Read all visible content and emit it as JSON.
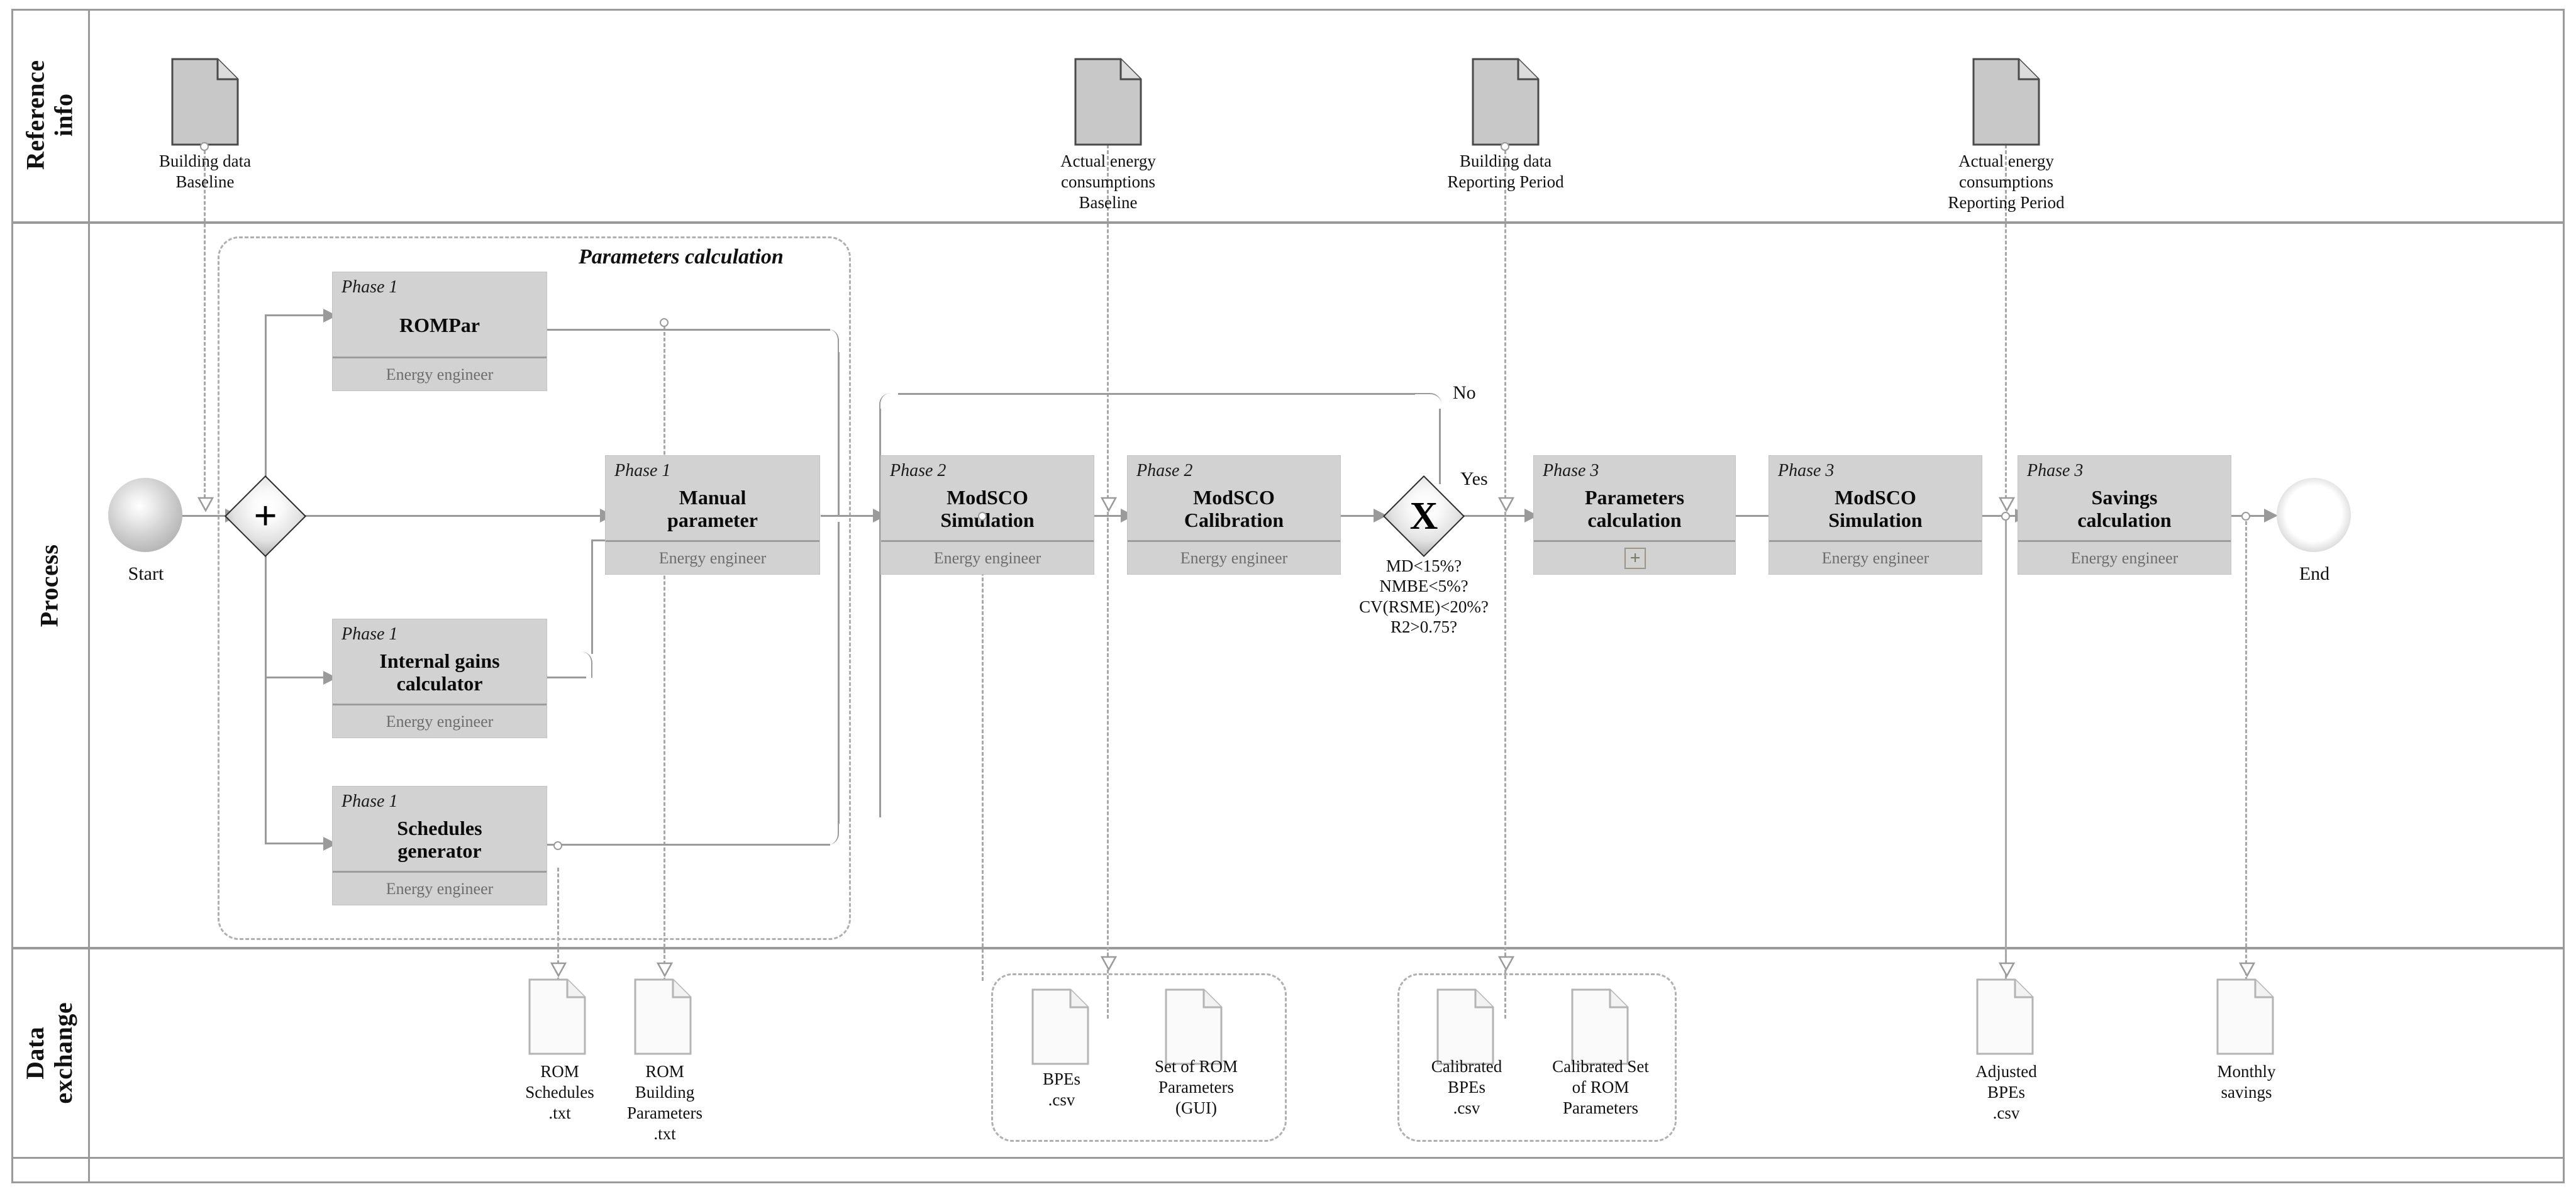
{
  "pool": {
    "lanes": [
      {
        "id": "reference-info",
        "label": "Reference\ninfo"
      },
      {
        "id": "process",
        "label": "Process"
      },
      {
        "id": "data-exchange",
        "label": "Data\nexchange"
      }
    ]
  },
  "reference_documents": [
    {
      "id": "building-data-baseline",
      "label": "Building data\nBaseline"
    },
    {
      "id": "actual-energy-consumptions-baseline",
      "label": "Actual energy\nconsumptions\nBaseline"
    },
    {
      "id": "building-data-reporting-period",
      "label": "Building data\nReporting Period"
    },
    {
      "id": "actual-energy-consumptions-reporting-period",
      "label": "Actual energy\nconsumptions\nReporting Period"
    }
  ],
  "events": [
    {
      "id": "start",
      "label": "Start",
      "type": "start"
    },
    {
      "id": "end",
      "label": "End",
      "type": "end"
    }
  ],
  "gateways": [
    {
      "id": "parallel-split",
      "glyph": "+",
      "type": "parallel",
      "label": ""
    },
    {
      "id": "exclusive-decision",
      "glyph": "X",
      "type": "exclusive",
      "label": "MD<15%?\nNMBE<5%?\nCV(RSME)<20%?\nR2>0.75?",
      "outgoing": [
        {
          "label": "No"
        },
        {
          "label": "Yes"
        }
      ]
    }
  ],
  "group": {
    "id": "parameters-calculation",
    "label": "Parameters calculation"
  },
  "tasks": [
    {
      "id": "rompar",
      "phase": "Phase 1",
      "title": "ROMPar",
      "role": "Energy engineer",
      "marker": ""
    },
    {
      "id": "manual-parameter",
      "phase": "Phase 1",
      "title": "Manual\nparameter",
      "role": "Energy engineer",
      "marker": ""
    },
    {
      "id": "internal-gains",
      "phase": "Phase 1",
      "title": "Internal gains\ncalculator",
      "role": "Energy engineer",
      "marker": ""
    },
    {
      "id": "schedules-generator",
      "phase": "Phase 1",
      "title": "Schedules\ngenerator",
      "role": "Energy engineer",
      "marker": ""
    },
    {
      "id": "modsco-simulation-1",
      "phase": "Phase 2",
      "title": "ModSCO\nSimulation",
      "role": "Energy engineer",
      "marker": ""
    },
    {
      "id": "modsco-calibration",
      "phase": "Phase 2",
      "title": "ModSCO\nCalibration",
      "role": "Energy engineer",
      "marker": ""
    },
    {
      "id": "parameters-calculation-task",
      "phase": "Phase 3",
      "title": "Parameters\ncalculation",
      "role": "",
      "marker": "+"
    },
    {
      "id": "modsco-simulation-2",
      "phase": "Phase 3",
      "title": "ModSCO\nSimulation",
      "role": "Energy engineer",
      "marker": ""
    },
    {
      "id": "savings-calculation",
      "phase": "Phase 3",
      "title": "Savings\ncalculation",
      "role": "Energy engineer",
      "marker": ""
    }
  ],
  "data_exchange": [
    {
      "id": "rom-schedules-txt",
      "label": "ROM\nSchedules\n.txt",
      "grouped": false
    },
    {
      "id": "rom-building-parameters-txt",
      "label": "ROM\nBuilding\nParameters\n.txt",
      "grouped": false
    },
    {
      "id": "bpes-csv",
      "label": "BPEs\n.csv",
      "grouped": true,
      "group": "g1"
    },
    {
      "id": "set-of-rom-parameters-gui",
      "label": "Set of ROM\nParameters\n(GUI)",
      "grouped": true,
      "group": "g1"
    },
    {
      "id": "calibrated-bpes-csv",
      "label": "Calibrated\nBPEs\n.csv",
      "grouped": true,
      "group": "g2"
    },
    {
      "id": "calibrated-set-of-rom-parameters",
      "label": "Calibrated Set\nof ROM\nParameters",
      "grouped": true,
      "group": "g2"
    },
    {
      "id": "adjusted-bpes-csv",
      "label": "Adjusted\nBPEs\n.csv",
      "grouped": false
    },
    {
      "id": "monthly-savings",
      "label": "Monthly\nsavings",
      "grouped": false
    }
  ],
  "colors": {
    "task_fill": "#d2d2d2",
    "lane_border": "#9a9a9a",
    "connector": "#9a9a9a",
    "dashed": "#a8a8a8",
    "doc_ref_fill": "#c8c8c8",
    "doc_data_fill": "#fafafa"
  }
}
